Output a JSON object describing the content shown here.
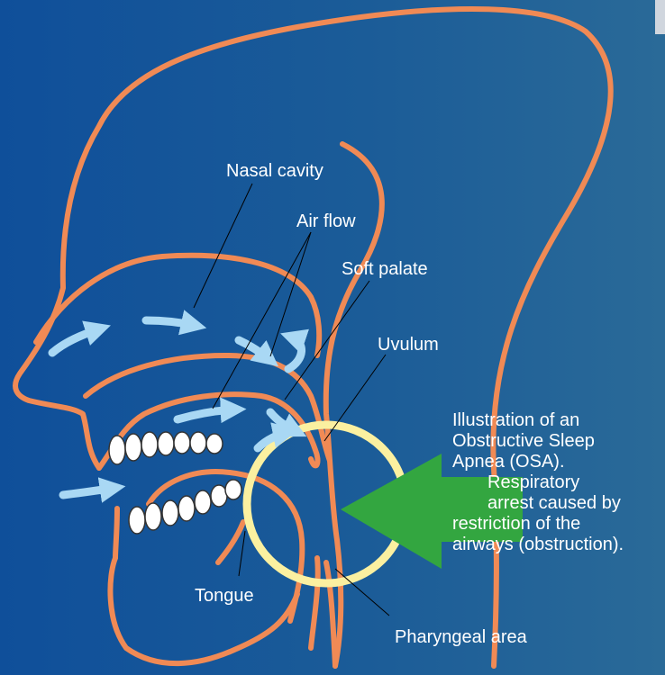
{
  "colors": {
    "background": "#1458a0",
    "outline": "#f08a55",
    "airflow": "#a9d8f4",
    "obstruction_ring": "#fbf0a0",
    "pointer_arrow": "#33a640",
    "teeth": "#ffffff",
    "text": "#ffffff"
  },
  "labels": {
    "nasal_cavity": "Nasal cavity",
    "air_flow": "Air flow",
    "soft_palate": "Soft palate",
    "uvulum": "Uvulum",
    "tongue": "Tongue",
    "pharyngeal_area": "Pharyngeal area"
  },
  "caption": {
    "line1": "Illustration of an",
    "line2": "Obstructive Sleep",
    "line3": "Apnea (OSA).",
    "line4": "Respiratory",
    "line5": "arrest caused by",
    "line6": "restriction of the",
    "line7": "airways (obstruction)."
  },
  "icons": {
    "airflow_arrows": "curved-arrow-icon",
    "pointer": "big-left-arrow-icon"
  }
}
